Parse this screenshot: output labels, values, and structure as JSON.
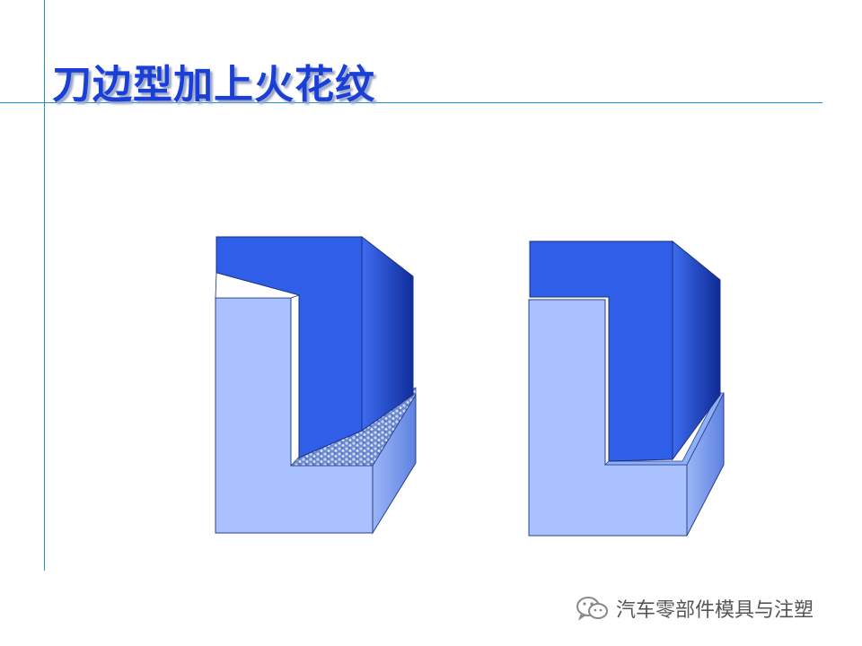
{
  "slide": {
    "title": "刀边型加上火花纹"
  },
  "watermark": {
    "text": "汽车零部件模具与注塑",
    "icon": "wechat-icon"
  },
  "colors": {
    "title": "#1a3fd6",
    "guide_lines": "#1f8fcf",
    "mold_dark": "#2f5fe8",
    "mold_light": "#a9c2ff",
    "texture": "#8fa6d6"
  },
  "illustrations": [
    {
      "name": "mold-with-spark-texture",
      "icon": "mold-section-textured"
    },
    {
      "name": "mold-without-texture",
      "icon": "mold-section-plain"
    }
  ]
}
